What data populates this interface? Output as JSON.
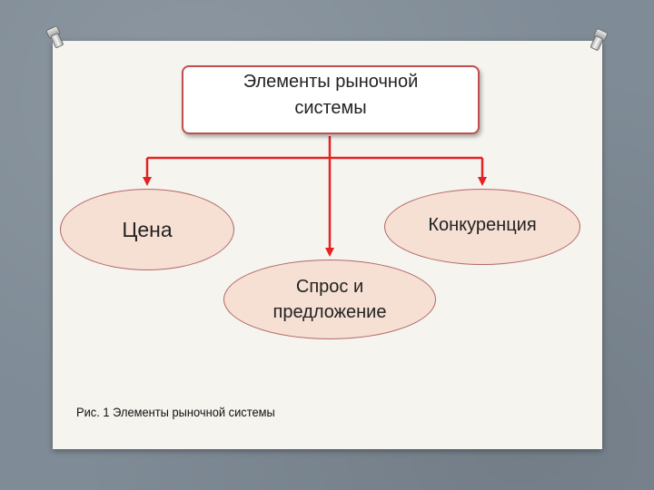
{
  "diagram": {
    "root": "Элементы рыночной системы",
    "nodes": {
      "price": "Цена",
      "competition": "Конкуренция",
      "supply_demand": "Спрос и предложение"
    },
    "caption": "Рис. 1 Элементы рыночной системы"
  },
  "colors": {
    "arrow": "#e32222",
    "box_border": "#c0504d",
    "ellipse_fill": "#f6dfd3",
    "card": "#f6f4ef"
  }
}
